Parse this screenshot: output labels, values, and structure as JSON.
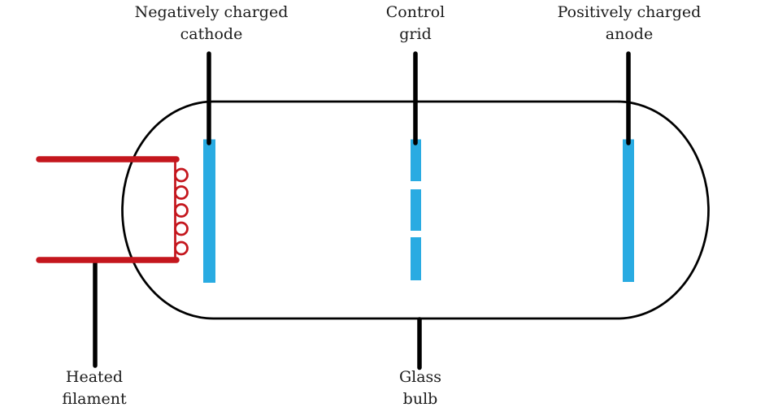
{
  "diagram": {
    "labels": {
      "cathode": "Negatively charged\ncathode",
      "control_grid": "Control\ngrid",
      "anode": "Positively charged\nanode",
      "heated_filament": "Heated\nfilament",
      "glass_bulb": "Glass\nbulb"
    },
    "colors": {
      "electrode_blue": "#29abe2",
      "filament_red": "#c4161d",
      "line_black": "#000000",
      "text": "#1b1b1b"
    }
  }
}
